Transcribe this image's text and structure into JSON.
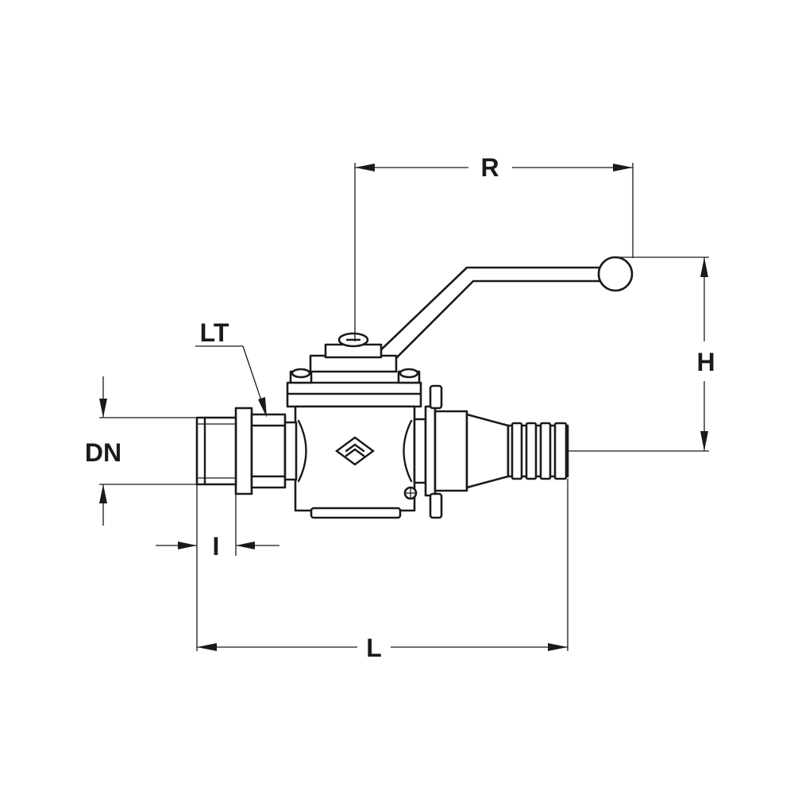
{
  "labels": {
    "R": "R",
    "H": "H",
    "LT": "LT",
    "DN": "DN",
    "I": "I",
    "L": "L"
  },
  "colors": {
    "ink": "#1a1a1a",
    "background": "#ffffff"
  }
}
